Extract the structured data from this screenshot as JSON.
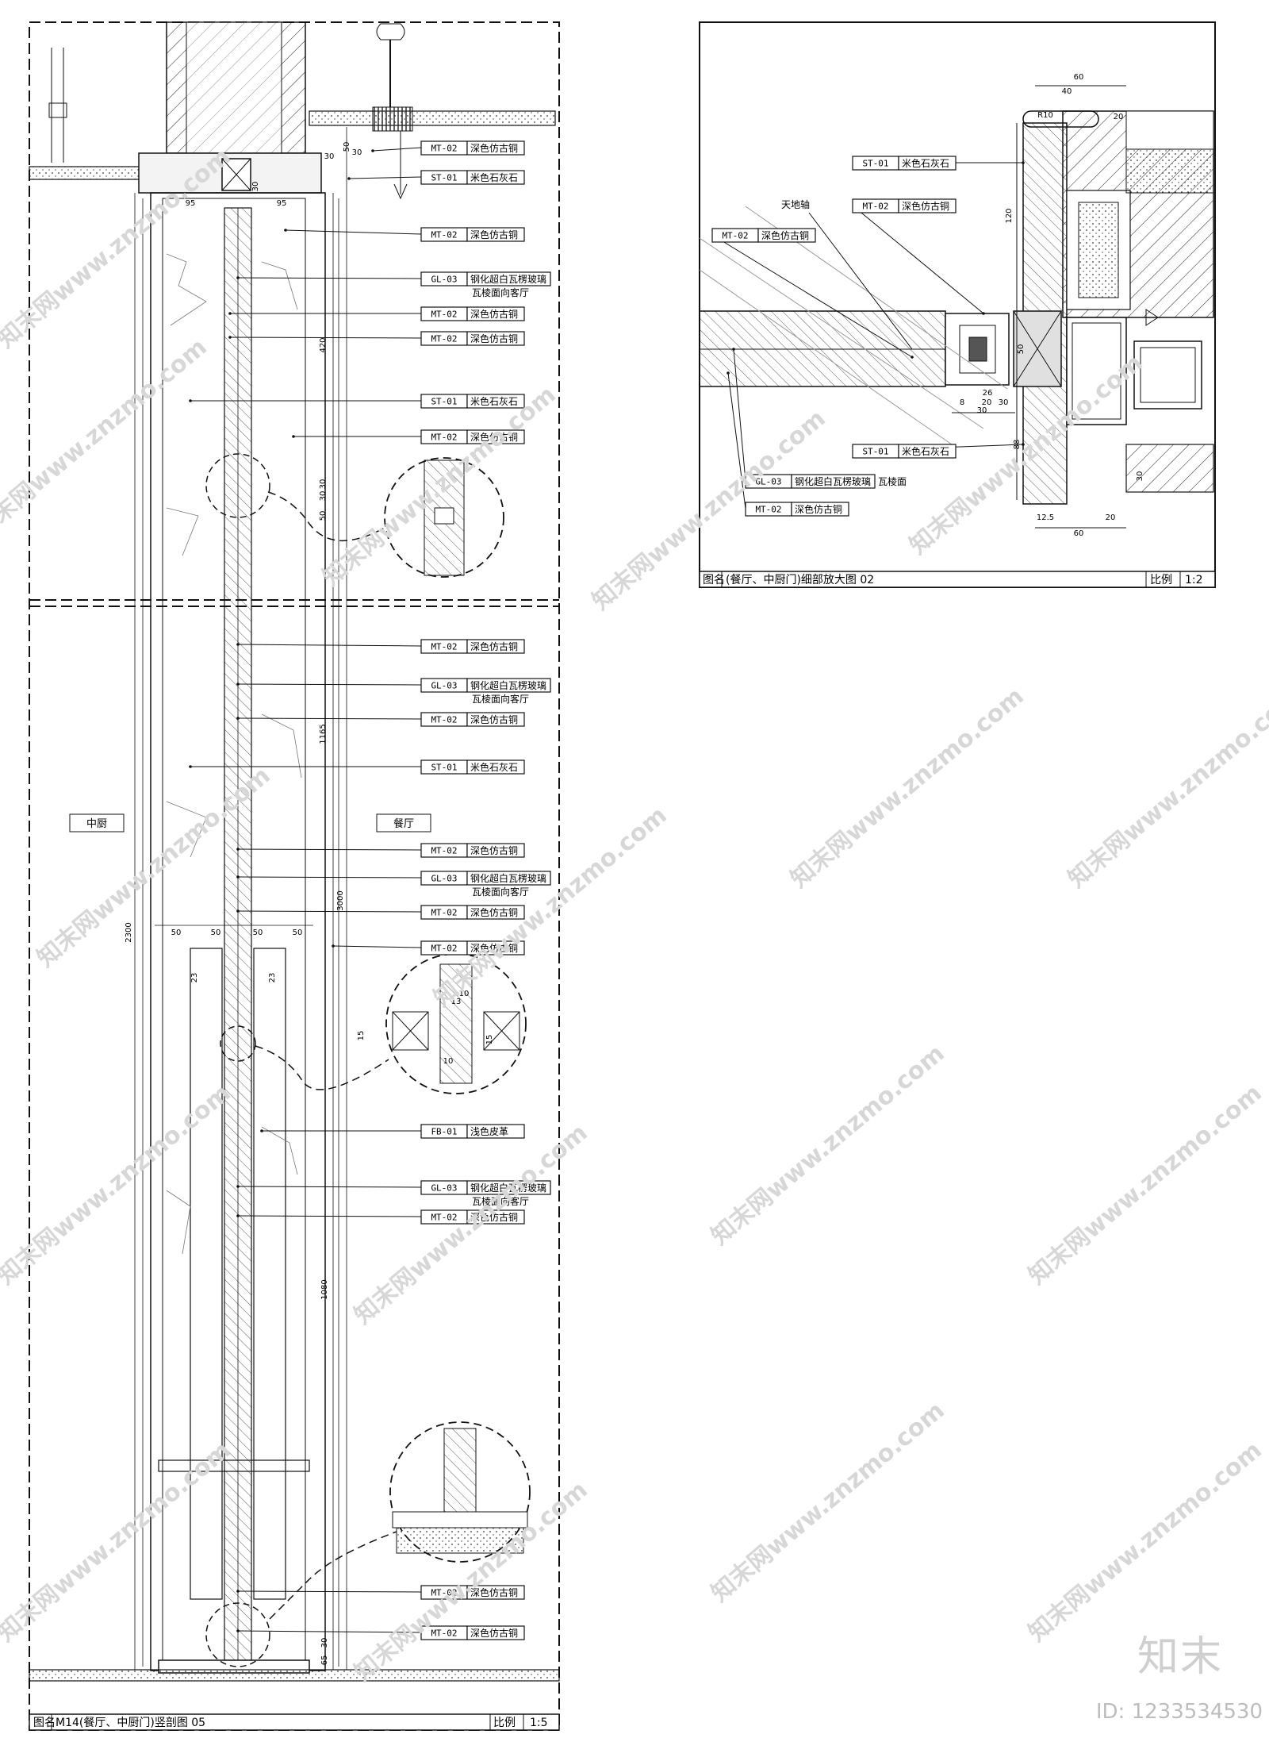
{
  "left_panel": {
    "title_prefix": "图名",
    "title": "M14(餐厅、中厨门)竖剖图 05",
    "scale_label": "比例",
    "scale_value": "1:5",
    "room_left": "中厨",
    "room_right": "餐厅",
    "callouts": [
      {
        "code": "MT-02",
        "desc": "深色仿古铜",
        "note": ""
      },
      {
        "code": "ST-01",
        "desc": "米色石灰石",
        "note": ""
      },
      {
        "code": "MT-02",
        "desc": "深色仿古铜",
        "note": ""
      },
      {
        "code": "GL-03",
        "desc": "钢化超白瓦楞玻璃",
        "note": "瓦棱面向客厅"
      },
      {
        "code": "MT-02",
        "desc": "深色仿古铜",
        "note": ""
      },
      {
        "code": "MT-02",
        "desc": "深色仿古铜",
        "note": ""
      },
      {
        "code": "ST-01",
        "desc": "米色石灰石",
        "note": ""
      },
      {
        "code": "MT-02",
        "desc": "深色仿古铜",
        "note": ""
      },
      {
        "code": "MT-02",
        "desc": "深色仿古铜",
        "note": ""
      },
      {
        "code": "GL-03",
        "desc": "钢化超白瓦楞玻璃",
        "note": "瓦棱面向客厅"
      },
      {
        "code": "MT-02",
        "desc": "深色仿古铜",
        "note": ""
      },
      {
        "code": "ST-01",
        "desc": "米色石灰石",
        "note": ""
      },
      {
        "code": "MT-02",
        "desc": "深色仿古铜",
        "note": ""
      },
      {
        "code": "GL-03",
        "desc": "钢化超白瓦楞玻璃",
        "note": "瓦棱面向客厅"
      },
      {
        "code": "MT-02",
        "desc": "深色仿古铜",
        "note": ""
      },
      {
        "code": "MT-02",
        "desc": "深色仿古铜",
        "note": ""
      },
      {
        "code": "FB-01",
        "desc": "浅色皮革",
        "note": ""
      },
      {
        "code": "GL-03",
        "desc": "钢化超白瓦楞玻璃",
        "note": "瓦棱面向客厅"
      },
      {
        "code": "MT-02",
        "desc": "深色仿古铜",
        "note": ""
      },
      {
        "code": "MT-02",
        "desc": "深色仿古铜",
        "note": ""
      },
      {
        "code": "MT-02",
        "desc": "深色仿古铜",
        "note": ""
      }
    ],
    "dimensions": [
      "95",
      "95",
      "30",
      "30",
      "30",
      "50",
      "420",
      "30",
      "50",
      "30",
      "1165",
      "3000",
      "2300",
      "1080",
      "50",
      "50",
      "50",
      "50",
      "23",
      "23",
      "30",
      "65",
      "13",
      "15",
      "10",
      "10",
      "15"
    ]
  },
  "right_panel": {
    "title_prefix": "图名",
    "title": "(餐厅、中厨门)细部放大图 02",
    "scale_label": "比例",
    "scale_value": "1:2",
    "axis_label": "天地轴",
    "callouts": [
      {
        "code": "ST-01",
        "desc": "米色石灰石",
        "note": ""
      },
      {
        "code": "MT-02",
        "desc": "深色仿古铜",
        "note": ""
      },
      {
        "code": "MT-02",
        "desc": "深色仿古铜",
        "note": ""
      },
      {
        "code": "ST-01",
        "desc": "米色石灰石",
        "note": ""
      },
      {
        "code": "GL-03",
        "desc": "钢化超白瓦楞玻璃",
        "note": "瓦棱面"
      },
      {
        "code": "MT-02",
        "desc": "深色仿古铜",
        "note": ""
      }
    ],
    "dimensions": [
      "60",
      "40",
      "20",
      "R10",
      "120",
      "50",
      "88",
      "30",
      "8",
      "20",
      "30",
      "26",
      "12.5",
      "20",
      "60",
      "30"
    ]
  },
  "watermark": {
    "site": "www.znzmo.com",
    "brand_cn": "知末网",
    "logo": "知末",
    "id_text": "ID: 1233534530"
  }
}
